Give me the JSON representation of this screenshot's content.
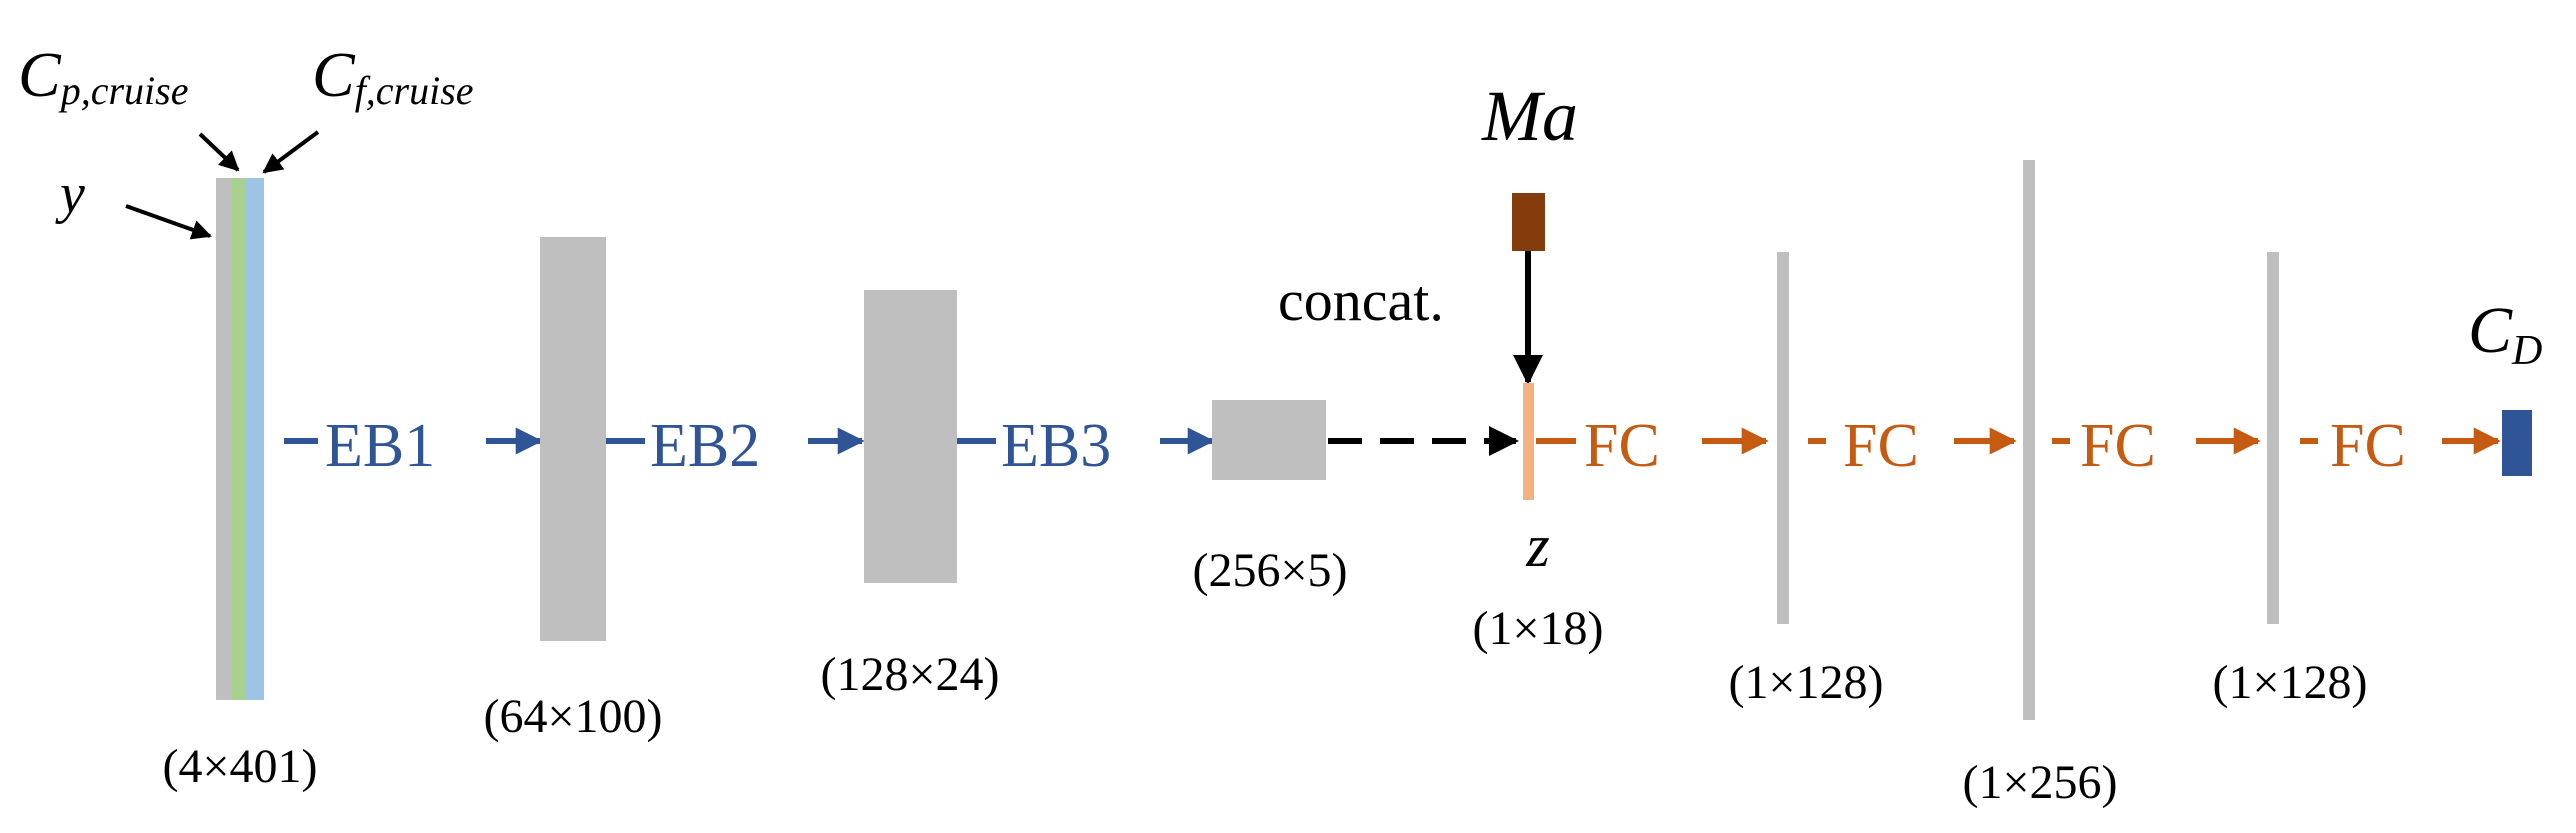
{
  "inputs": {
    "y_label": "y",
    "cp_label": {
      "base": "C",
      "sub": "p,cruise"
    },
    "cf_label": {
      "base": "C",
      "sub": "f,cruise"
    },
    "input_dims": "(4×401)"
  },
  "encoder": {
    "blocks": [
      "EB1",
      "EB2",
      "EB3"
    ],
    "dims": [
      "(64×100)",
      "(128×24)",
      "(256×5)"
    ]
  },
  "latent": {
    "mach_label": "Ma",
    "concat_label": "concat.",
    "z_label": "z",
    "z_dims": "(1×18)"
  },
  "decoder": {
    "fc_label": "FC",
    "layer_dims": [
      "(1×128)",
      "(1×256)",
      "(1×128)"
    ]
  },
  "output": {
    "base": "C",
    "sub": "D"
  },
  "colors": {
    "layer_gray": "#bfbfbf",
    "cp_green": "#a9d18e",
    "cf_blue": "#9dc3e6",
    "encoder_blue": "#2f5597",
    "decoder_orange": "#c55a11",
    "latent_peach": "#f4b183",
    "mach_brown": "#843c0c",
    "output_navy": "#2f5597"
  }
}
